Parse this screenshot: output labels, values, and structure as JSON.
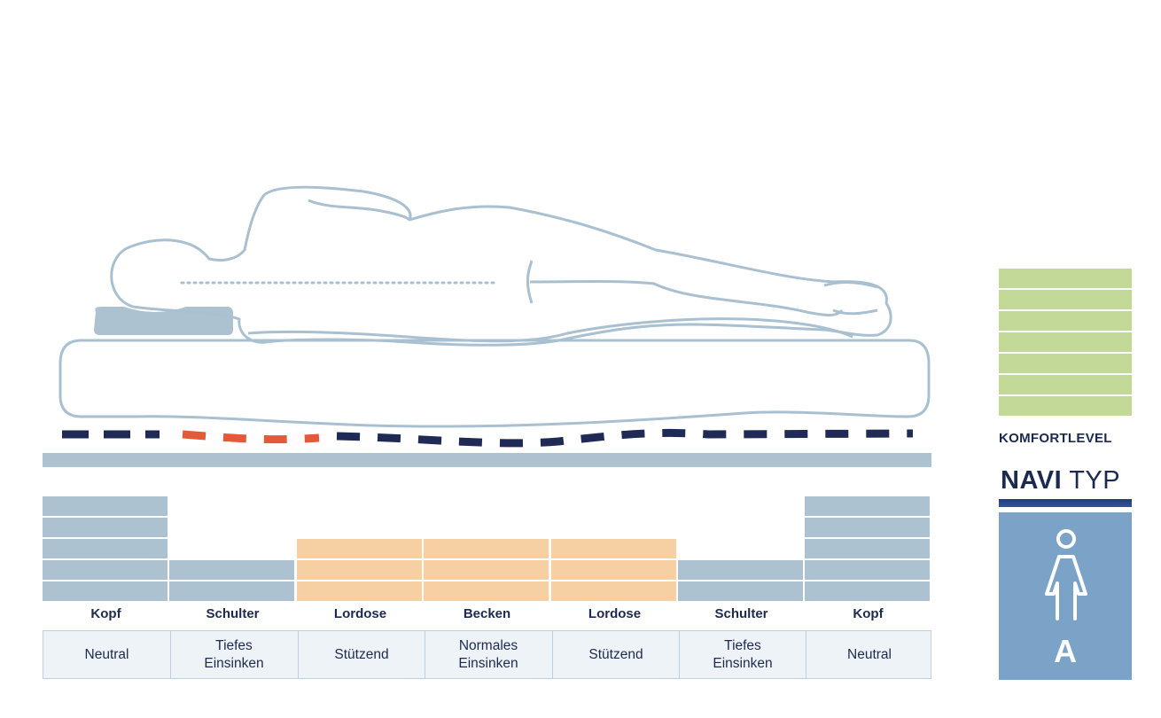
{
  "zones": [
    {
      "label": "Kopf",
      "description": "Neutral",
      "level": 5,
      "color": "#adc2d1"
    },
    {
      "label": "Schulter",
      "description": "Tiefes Einsinken",
      "level": 2,
      "color": "#adc2d1"
    },
    {
      "label": "Lordose",
      "description": "Stützend",
      "level": 3,
      "color": "#f6cfa3"
    },
    {
      "label": "Becken",
      "description": "Normales Einsinken",
      "level": 3,
      "color": "#f6cfa3"
    },
    {
      "label": "Lordose",
      "description": "Stützend",
      "level": 3,
      "color": "#f6cfa3"
    },
    {
      "label": "Schulter",
      "description": "Tiefes Einsinken",
      "level": 2,
      "color": "#adc2d1"
    },
    {
      "label": "Kopf",
      "description": "Neutral",
      "level": 5,
      "color": "#adc2d1"
    }
  ],
  "max_level": 5,
  "comfort": {
    "label": "KOMFORTLEVEL",
    "level": 7,
    "color": "#c2d998"
  },
  "navi": {
    "word1": "NAVI",
    "word2": "TYP",
    "type_letter": "A",
    "icon": "female-figure-icon",
    "box_color": "#7aa3c7"
  },
  "colors": {
    "outline": "#a9c0d0",
    "dark_navy": "#1f2a55",
    "accent_red": "#e25a3a",
    "zone_blue": "#adc2d1",
    "zone_orange": "#f6cfa3",
    "text": "#1d2a4f"
  }
}
